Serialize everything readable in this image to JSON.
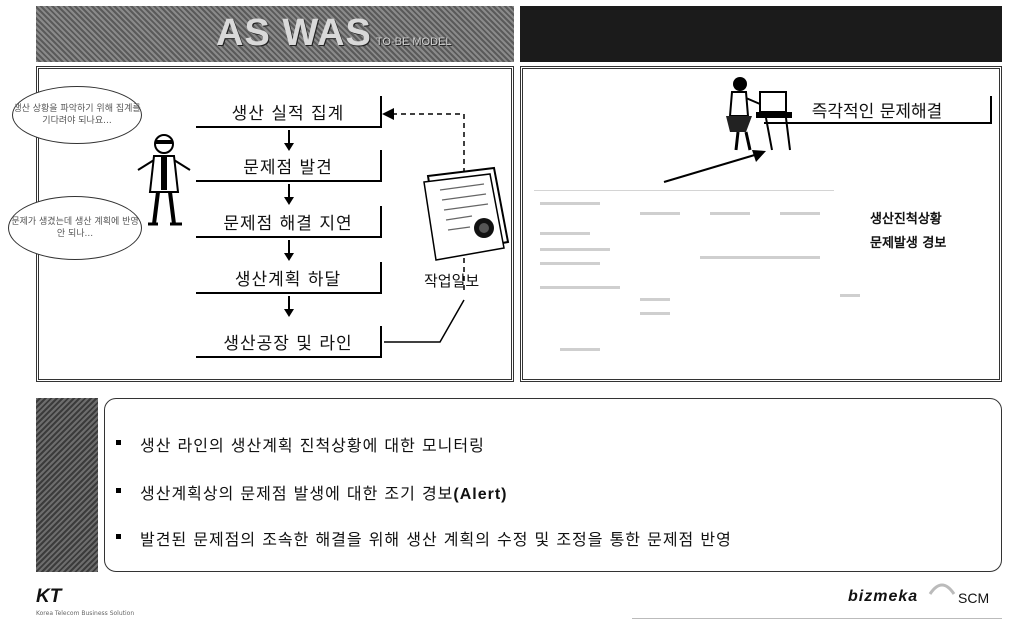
{
  "header": {
    "title": "AS WAS",
    "subtitle": "TO-BE MODEL"
  },
  "flow": {
    "steps": [
      "생산 실적 집계",
      "문제점 발견",
      "문제점 해결 지연",
      "생산계획 하달",
      "생산공장 및 라인"
    ],
    "document_label": "작업일보",
    "bubble_top": "생산 상황을 파악하기 위해 집계를 기다려야 되나요...",
    "bubble_bottom": "문제가 생겼는데 생산 계획에 반영 안 되나..."
  },
  "monitor": {
    "title": "즉각적인 문제해결",
    "status_line1": "생산진척상황",
    "status_line2": "문제발생 경보"
  },
  "bullets": [
    {
      "text": "생산 라인의 생산계획 진척상황에 대한 모니터링",
      "bold": ""
    },
    {
      "text": "생산계획상의 문제점 발생에 대한 조기 경보",
      "bold": "(Alert)"
    },
    {
      "text": "발견된 문제점의 조속한 해결을 위해 생산 계획의 수정 및 조정을 통한 문제점 반영",
      "bold": ""
    }
  ],
  "footer": {
    "left_logo": "KT",
    "left_sub": "Korea Telecom Business Solution",
    "right_logo": "bizmeka",
    "right_suffix": "SCM"
  }
}
